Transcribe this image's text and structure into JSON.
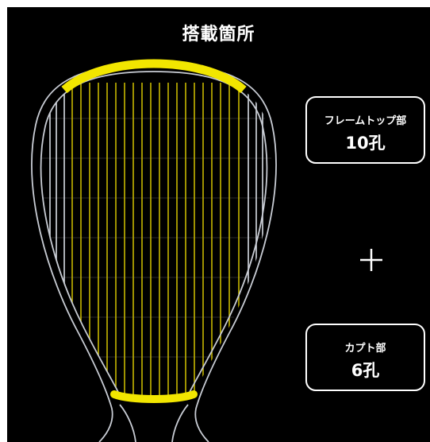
{
  "title": "搭載箇所",
  "labels": {
    "top": {
      "name": "フレームトップ部",
      "count": "10孔"
    },
    "bottom": {
      "name": "カプト部",
      "count": "6孔"
    }
  },
  "plus_symbol": "+",
  "colors": {
    "background": "#000000",
    "highlight": "#f2e600",
    "frame": "#c8ccd4",
    "text": "#ffffff"
  }
}
